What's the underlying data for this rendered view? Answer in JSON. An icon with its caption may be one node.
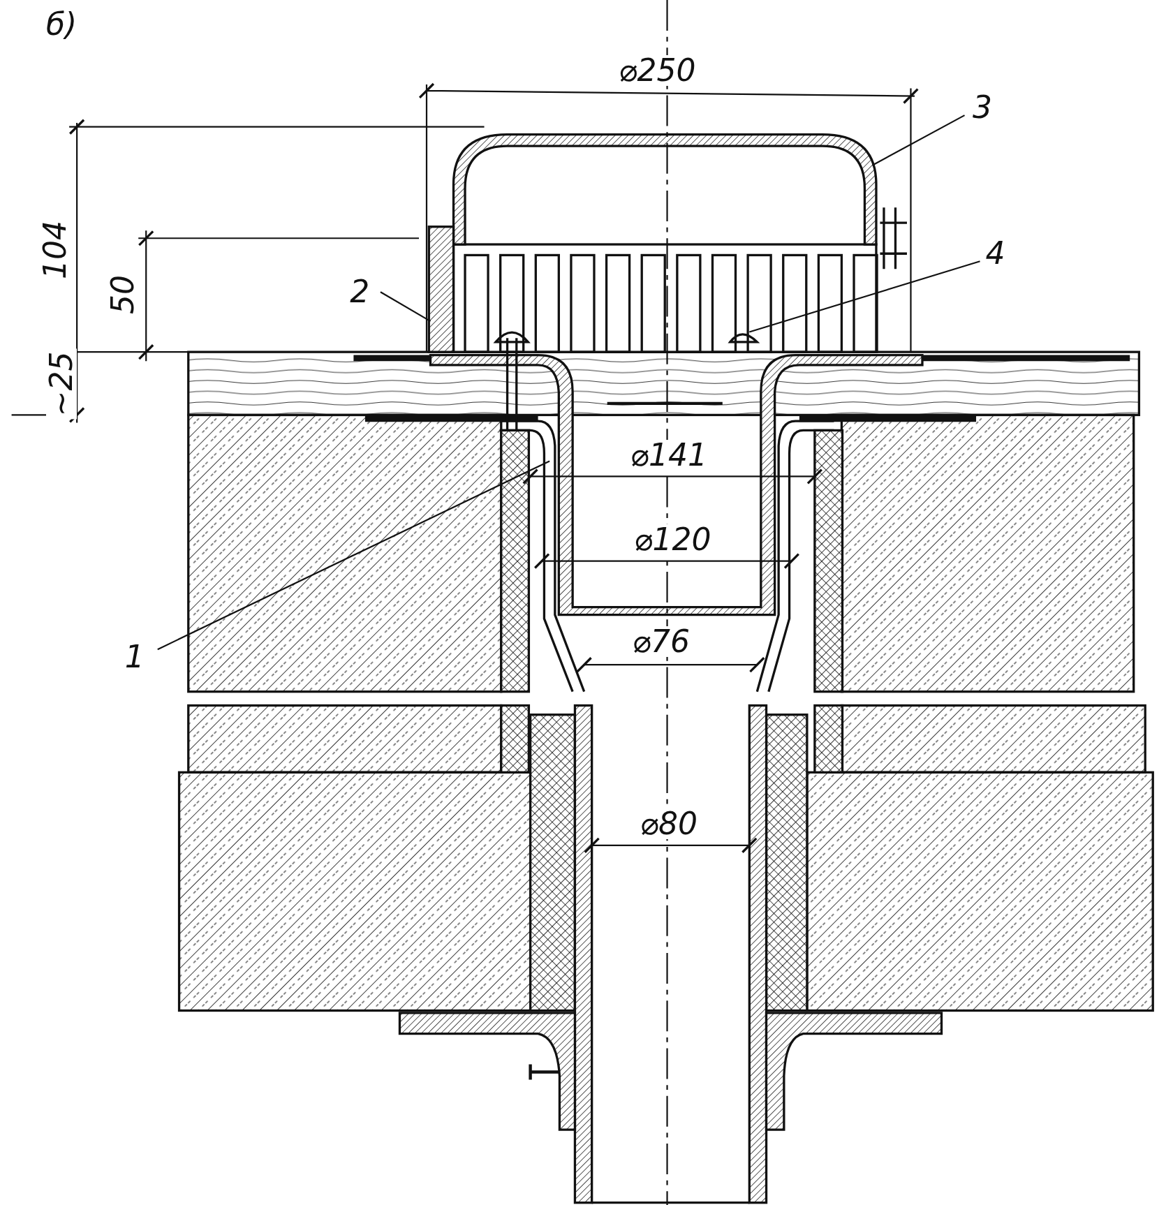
{
  "diagram": {
    "nodes": [
      {
        "text": [
          "1"
        ]
      },
      {
        "text": [
          "2"
        ]
      },
      {
        "text": [
          "3"
        ]
      },
      {
        "text": [
          "4"
        ]
      }
    ],
    "edges": [
      {
        "from": 0,
        "to": null,
        "arrow": "none"
      },
      {
        "from": 1,
        "to": null,
        "arrow": "none"
      },
      {
        "from": 2,
        "to": null,
        "arrow": "none"
      },
      {
        "from": 3,
        "to": null,
        "arrow": "none"
      }
    ],
    "labels": [
      "б)",
      "⌀250",
      "104",
      "50",
      "~25",
      "⌀141",
      "⌀120",
      "⌀76",
      "⌀80"
    ]
  }
}
